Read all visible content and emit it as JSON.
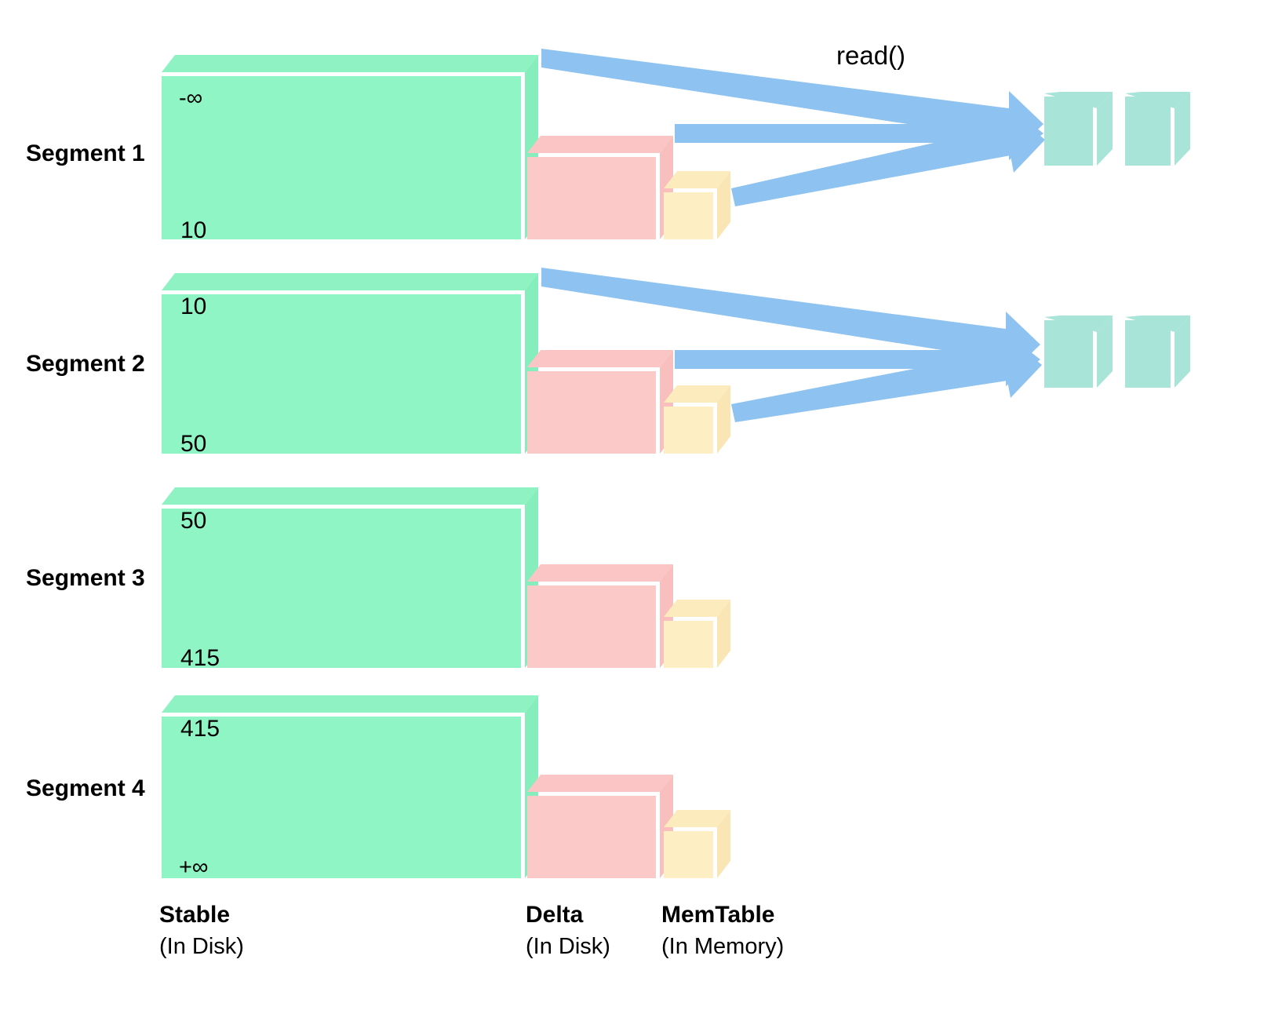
{
  "diagram": {
    "title": "read()",
    "operation_label": "read()",
    "colors": {
      "stable_front": "#90f5c4",
      "stable_top": "#8ff2c2",
      "stable_side": "#86eebc",
      "delta_front": "#fcc9c9",
      "delta_top": "#fbc5c5",
      "delta_side": "#f9bfbf",
      "memtable_front": "#fdeec4",
      "memtable_top": "#fcebbc",
      "memtable_side": "#fae6b4",
      "result_cube": "#a9e4d8",
      "arrow": "#8ec2f0",
      "separator": "#ffffff",
      "text": "#000000",
      "background": "#ffffff"
    },
    "columns": [
      {
        "id": "stable",
        "label": "Stable",
        "sublabel": "(In Disk)"
      },
      {
        "id": "delta",
        "label": "Delta",
        "sublabel": "(In Disk)"
      },
      {
        "id": "memtable",
        "label": "MemTable",
        "sublabel": "(In Memory)"
      }
    ],
    "segments": [
      {
        "id": "segment-1",
        "label": "Segment 1",
        "range_start": "-∞",
        "range_end": "10",
        "has_read_arrows": true,
        "result_cubes": 2
      },
      {
        "id": "segment-2",
        "label": "Segment 2",
        "range_start": "10",
        "range_end": "50",
        "has_read_arrows": true,
        "result_cubes": 2
      },
      {
        "id": "segment-3",
        "label": "Segment 3",
        "range_start": "50",
        "range_end": "415",
        "has_read_arrows": false,
        "result_cubes": 0
      },
      {
        "id": "segment-4",
        "label": "Segment 4",
        "range_start": "415",
        "range_end": "+∞",
        "has_read_arrows": false,
        "result_cubes": 0
      }
    ],
    "arrow_sources": [
      "stable",
      "delta",
      "memtable"
    ]
  }
}
